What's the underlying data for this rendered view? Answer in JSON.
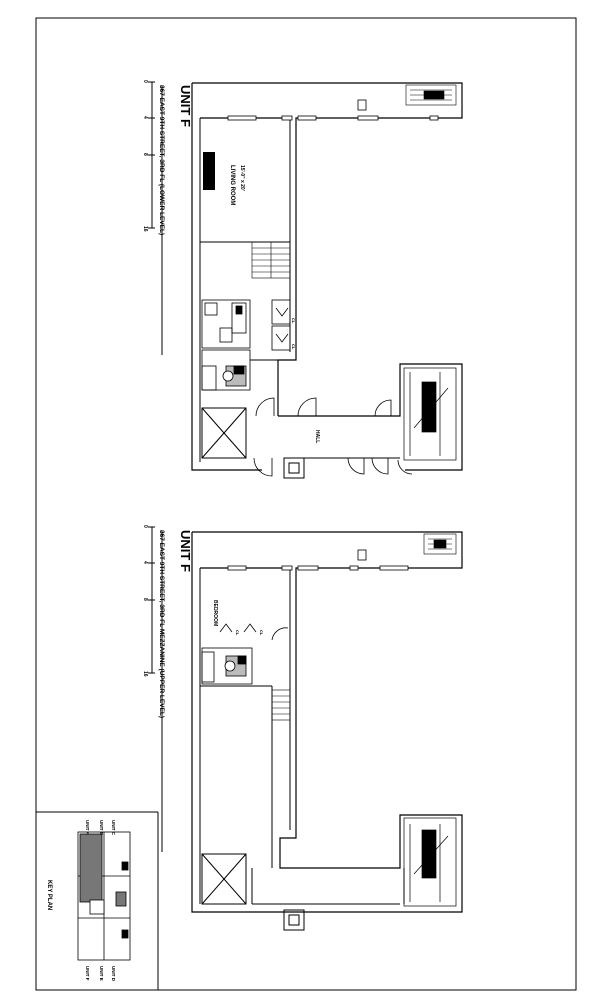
{
  "upper_plan": {
    "title": "UNIT F",
    "subtitle": "367 EAST 9TH STREET, 3RD FL (LOWER LEVEL)",
    "scale_ticks": [
      "0",
      "4",
      "8",
      "16"
    ],
    "room_labels": {
      "living": "LIVING ROOM",
      "living_dim": "15'-0\" x 20'",
      "hall": "HALL",
      "closet": "CL"
    }
  },
  "lower_plan": {
    "title": "UNIT F",
    "subtitle": "367 EAST 9TH STREET, 3RD FL MEZZANINE (UPPER LEVEL)",
    "scale_ticks": [
      "0",
      "4",
      "8",
      "16"
    ],
    "room_labels": {
      "bedroom": "BEDROOM",
      "closet": "CL"
    }
  },
  "key_plan": {
    "label": "KEY PLAN",
    "units_top": [
      "UNIT C",
      "UNIT B",
      "UNIT A"
    ],
    "units_bottom": [
      "UNIT D",
      "UNIT E",
      "UNIT F"
    ]
  }
}
